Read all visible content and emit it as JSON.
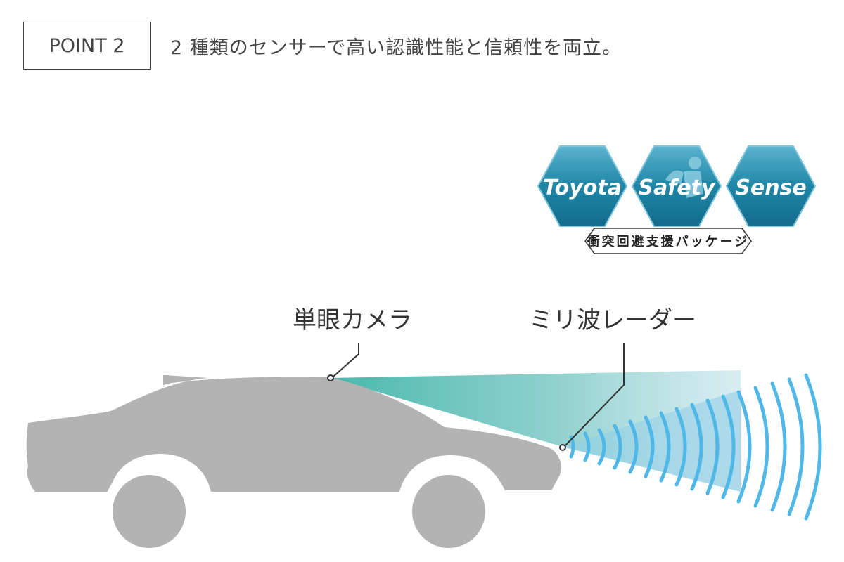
{
  "header": {
    "point_label": "POINT 2",
    "headline": "2 種類のセンサーで高い認識性能と信頼性を両立。"
  },
  "logo": {
    "words": [
      "Toyota",
      "Safety",
      "Sense"
    ],
    "subtitle": "衝突回避支援パッケージ",
    "color": "#1f86a6"
  },
  "sensors": {
    "camera": "単眼カメラ",
    "radar": "ミリ波レーダー"
  },
  "colors": {
    "car": "#b3b3b3",
    "camera_beam": "#4fbcb0",
    "radar_beam": "#9fd3e6",
    "radar_waves": "#4fb8e8"
  }
}
